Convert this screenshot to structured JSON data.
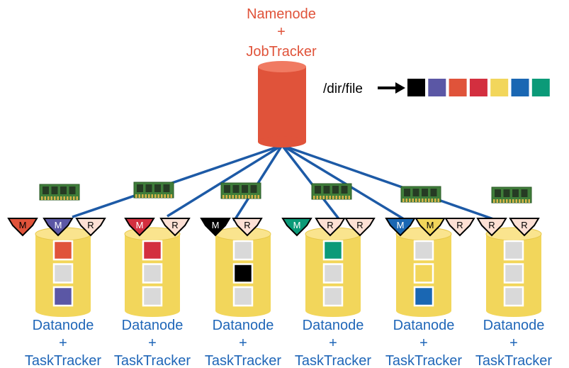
{
  "namenode": {
    "line1": "Namenode",
    "line2": "+",
    "line3": "JobTracker",
    "color": "#e0533a"
  },
  "file": {
    "label": "/dir/file",
    "blocks": [
      "#000000",
      "#5b57a5",
      "#e0533a",
      "#d32f3f",
      "#f2d65b",
      "#1a67b3",
      "#0b9a78"
    ]
  },
  "node_label": {
    "line1": "Datanode",
    "line2": "+",
    "line3": "TaskTracker",
    "color": "#1f66b8"
  },
  "colors": {
    "cylinder": "#f2d65b",
    "cylinder_top": "#fae48e",
    "link": "#1d5aa6",
    "empty_block": "#d9d9d9",
    "reduce_slot": "#fde0d4"
  },
  "nodes": [
    {
      "slots": [
        {
          "type": "M",
          "color": "#e0533a"
        },
        {
          "type": "M",
          "color": "#5b57a5"
        },
        {
          "type": "R",
          "color": "#fde0d4"
        }
      ],
      "blocks": [
        "#e0533a",
        "#d9d9d9",
        "#5b57a5"
      ]
    },
    {
      "slots": [
        {
          "type": "M",
          "color": "#d32f3f"
        },
        {
          "type": "R",
          "color": "#fde0d4"
        }
      ],
      "blocks": [
        "#d32f3f",
        "#d9d9d9",
        "#d9d9d9"
      ]
    },
    {
      "slots": [
        {
          "type": "M",
          "color": "#000000"
        },
        {
          "type": "R",
          "color": "#fde0d4"
        }
      ],
      "blocks": [
        "#d9d9d9",
        "#000000",
        "#d9d9d9"
      ]
    },
    {
      "slots": [
        {
          "type": "M",
          "color": "#0b9a78"
        },
        {
          "type": "R",
          "color": "#fde0d4"
        },
        {
          "type": "R",
          "color": "#fde0d4"
        }
      ],
      "blocks": [
        "#0b9a78",
        "#d9d9d9",
        "#d9d9d9"
      ]
    },
    {
      "slots": [
        {
          "type": "M",
          "color": "#1a67b3"
        },
        {
          "type": "M",
          "color": "#f2d65b"
        },
        {
          "type": "R",
          "color": "#fde0d4"
        }
      ],
      "blocks": [
        "#d9d9d9",
        "#f2d65b",
        "#1a67b3"
      ]
    },
    {
      "slots": [
        {
          "type": "R",
          "color": "#fde0d4"
        },
        {
          "type": "R",
          "color": "#fde0d4"
        }
      ],
      "blocks": [
        "#d9d9d9",
        "#d9d9d9",
        "#d9d9d9"
      ]
    }
  ]
}
